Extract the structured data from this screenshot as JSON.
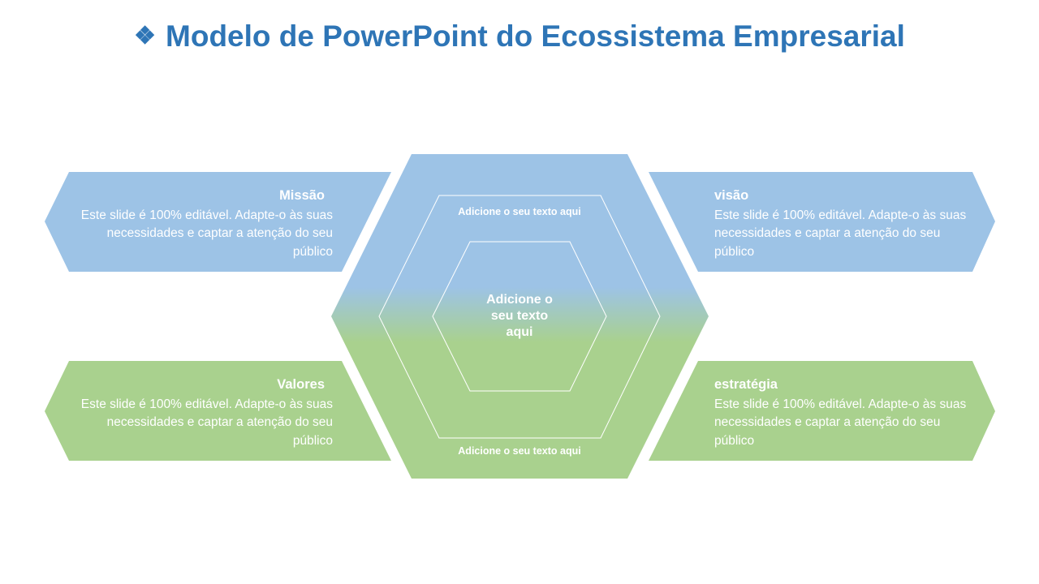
{
  "title": {
    "icon": "❖",
    "text": "Modelo de PowerPoint do Ecossistema Empresarial"
  },
  "colors": {
    "blue": "#9DC3E6",
    "green": "#A9D18E",
    "title": "#2E75B6"
  },
  "panels": [
    {
      "title": "Missão",
      "body": "Este slide é 100% editável. Adapte-o às suas necessidades e captar a atenção do seu público"
    },
    {
      "title": "visão",
      "body": "Este slide é 100% editável. Adapte-o às suas necessidades e captar a atenção do seu público"
    },
    {
      "title": "Valores",
      "body": "Este slide é 100% editável. Adapte-o às suas necessidades e captar a atenção do seu público"
    },
    {
      "title": "estratégia",
      "body": "Este slide é 100% editável. Adapte-o às suas necessidades e captar a atenção do seu público"
    }
  ],
  "hexagon": {
    "top": "Adicione o seu texto aqui",
    "bottom": "Adicione o seu texto aqui",
    "center": "Adicione o seu texto aqui"
  }
}
